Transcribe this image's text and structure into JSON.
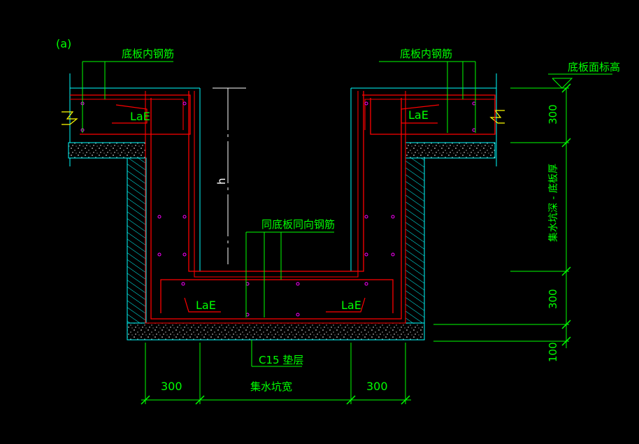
{
  "drawing": {
    "label_a": "(a)",
    "label_bottom_rebar_left": "底板内钢筋",
    "label_bottom_rebar_right": "底板内钢筋",
    "label_top_elevation": "底板面标高",
    "label_same_direction_rebar": "同底板同向钢筋",
    "label_h": "h",
    "label_lae": "LaE",
    "label_c15": "C15 垫层",
    "dim_top_300": "300",
    "dim_middle": "集水坑深 - 底板厚",
    "dim_lower_300": "300",
    "dim_bottom_100": "100",
    "dim_left_300": "300",
    "dim_pit_width": "集水坑宽",
    "dim_right_300": "300"
  },
  "colors": {
    "background": "#000000",
    "rebar": "#ff0000",
    "outline": "#00ffff",
    "dimension": "#00ff00",
    "label": "#00ff00",
    "points": "#ff00ff",
    "white": "#ffffff",
    "yellow": "#ffff00"
  }
}
